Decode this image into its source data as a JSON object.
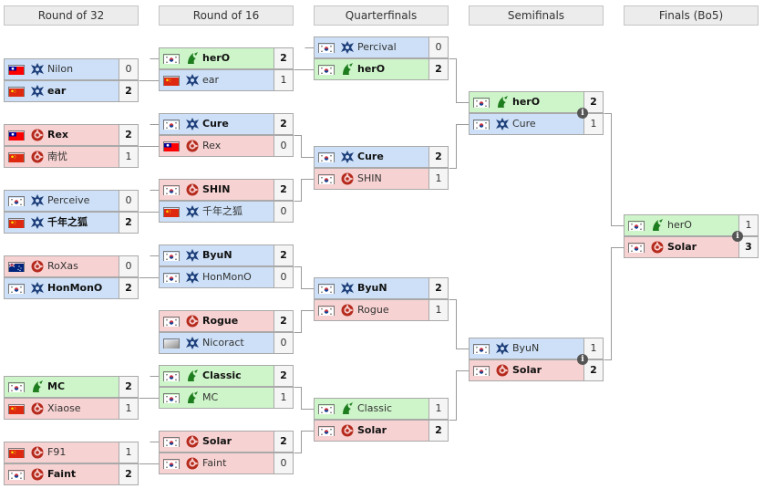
{
  "headers": [
    "Round of 32",
    "Round of 16",
    "Quarterfinals",
    "Semifinals",
    "Finals (Bo5)"
  ],
  "colors": {
    "terran": "#cde0f7",
    "zerg": "#f7d2d2",
    "protoss": "#cef5c9",
    "random": "#e4e4e4",
    "connector": "#9a9a9a"
  },
  "matches": [
    {
      "round": 0,
      "players": [
        {
          "name": "Nilon",
          "race": "terran",
          "flag": "taiwan",
          "score": "0",
          "win": false
        },
        {
          "name": "ear",
          "race": "terran",
          "flag": "china",
          "score": "2",
          "win": true
        }
      ]
    },
    {
      "round": 0,
      "players": [
        {
          "name": "Rex",
          "race": "zerg",
          "flag": "taiwan",
          "score": "2",
          "win": true
        },
        {
          "name": "南忧",
          "race": "zerg",
          "flag": "china",
          "score": "1",
          "win": false
        }
      ]
    },
    {
      "round": 0,
      "players": [
        {
          "name": "Perceive",
          "race": "terran",
          "flag": "korea",
          "score": "0",
          "win": false
        },
        {
          "name": "千年之狐",
          "race": "terran",
          "flag": "china",
          "score": "2",
          "win": true
        }
      ]
    },
    {
      "round": 0,
      "players": [
        {
          "name": "RoXas",
          "race": "zerg",
          "flag": "australia",
          "score": "0",
          "win": false
        },
        {
          "name": "HonMonO",
          "race": "terran",
          "flag": "korea",
          "score": "2",
          "win": true
        }
      ]
    },
    {
      "round": 0,
      "players": [
        {
          "name": "MC",
          "race": "protoss",
          "flag": "korea",
          "score": "2",
          "win": true
        },
        {
          "name": "Xiaose",
          "race": "zerg",
          "flag": "china",
          "score": "1",
          "win": false
        }
      ]
    },
    {
      "round": 0,
      "players": [
        {
          "name": "F91",
          "race": "zerg",
          "flag": "china",
          "score": "1",
          "win": false
        },
        {
          "name": "Faint",
          "race": "zerg",
          "flag": "korea",
          "score": "2",
          "win": true
        }
      ]
    },
    {
      "round": 1,
      "players": [
        {
          "name": "herO",
          "race": "protoss",
          "flag": "korea",
          "score": "2",
          "win": true
        },
        {
          "name": "ear",
          "race": "terran",
          "flag": "china",
          "score": "1",
          "win": false
        }
      ]
    },
    {
      "round": 1,
      "players": [
        {
          "name": "Cure",
          "race": "terran",
          "flag": "korea",
          "score": "2",
          "win": true
        },
        {
          "name": "Rex",
          "race": "zerg",
          "flag": "taiwan",
          "score": "0",
          "win": false
        }
      ]
    },
    {
      "round": 1,
      "players": [
        {
          "name": "SHIN",
          "race": "zerg",
          "flag": "korea",
          "score": "2",
          "win": true
        },
        {
          "name": "千年之狐",
          "race": "terran",
          "flag": "china",
          "score": "0",
          "win": false
        }
      ]
    },
    {
      "round": 1,
      "players": [
        {
          "name": "ByuN",
          "race": "terran",
          "flag": "korea",
          "score": "2",
          "win": true
        },
        {
          "name": "HonMonO",
          "race": "terran",
          "flag": "korea",
          "score": "0",
          "win": false
        }
      ]
    },
    {
      "round": 1,
      "players": [
        {
          "name": "Rogue",
          "race": "zerg",
          "flag": "korea",
          "score": "2",
          "win": true
        },
        {
          "name": "Nicoract",
          "race": "terran",
          "flag": "unknown",
          "score": "0",
          "win": false
        }
      ]
    },
    {
      "round": 1,
      "players": [
        {
          "name": "Classic",
          "race": "protoss",
          "flag": "korea",
          "score": "2",
          "win": true
        },
        {
          "name": "MC",
          "race": "protoss",
          "flag": "korea",
          "score": "1",
          "win": false
        }
      ]
    },
    {
      "round": 1,
      "players": [
        {
          "name": "Solar",
          "race": "zerg",
          "flag": "korea",
          "score": "2",
          "win": true
        },
        {
          "name": "Faint",
          "race": "zerg",
          "flag": "korea",
          "score": "0",
          "win": false
        }
      ]
    },
    {
      "round": 2,
      "players": [
        {
          "name": "Percival",
          "race": "terran",
          "flag": "korea",
          "score": "0",
          "win": false
        },
        {
          "name": "herO",
          "race": "protoss",
          "flag": "korea",
          "score": "2",
          "win": true
        }
      ]
    },
    {
      "round": 2,
      "players": [
        {
          "name": "Cure",
          "race": "terran",
          "flag": "korea",
          "score": "2",
          "win": true
        },
        {
          "name": "SHIN",
          "race": "zerg",
          "flag": "korea",
          "score": "1",
          "win": false
        }
      ]
    },
    {
      "round": 2,
      "players": [
        {
          "name": "ByuN",
          "race": "terran",
          "flag": "korea",
          "score": "2",
          "win": true
        },
        {
          "name": "Rogue",
          "race": "zerg",
          "flag": "korea",
          "score": "1",
          "win": false
        }
      ]
    },
    {
      "round": 2,
      "players": [
        {
          "name": "Classic",
          "race": "protoss",
          "flag": "korea",
          "score": "1",
          "win": false
        },
        {
          "name": "Solar",
          "race": "zerg",
          "flag": "korea",
          "score": "2",
          "win": true
        }
      ]
    },
    {
      "round": 3,
      "players": [
        {
          "name": "herO",
          "race": "protoss",
          "flag": "korea",
          "score": "2",
          "win": true
        },
        {
          "name": "Cure",
          "race": "terran",
          "flag": "korea",
          "score": "1",
          "win": false
        }
      ]
    },
    {
      "round": 3,
      "players": [
        {
          "name": "ByuN",
          "race": "terran",
          "flag": "korea",
          "score": "1",
          "win": false
        },
        {
          "name": "Solar",
          "race": "zerg",
          "flag": "korea",
          "score": "2",
          "win": true
        }
      ]
    },
    {
      "round": 4,
      "players": [
        {
          "name": "herO",
          "race": "protoss",
          "flag": "korea",
          "score": "1",
          "win": false
        },
        {
          "name": "Solar",
          "race": "zerg",
          "flag": "korea",
          "score": "3",
          "win": true
        }
      ]
    }
  ]
}
